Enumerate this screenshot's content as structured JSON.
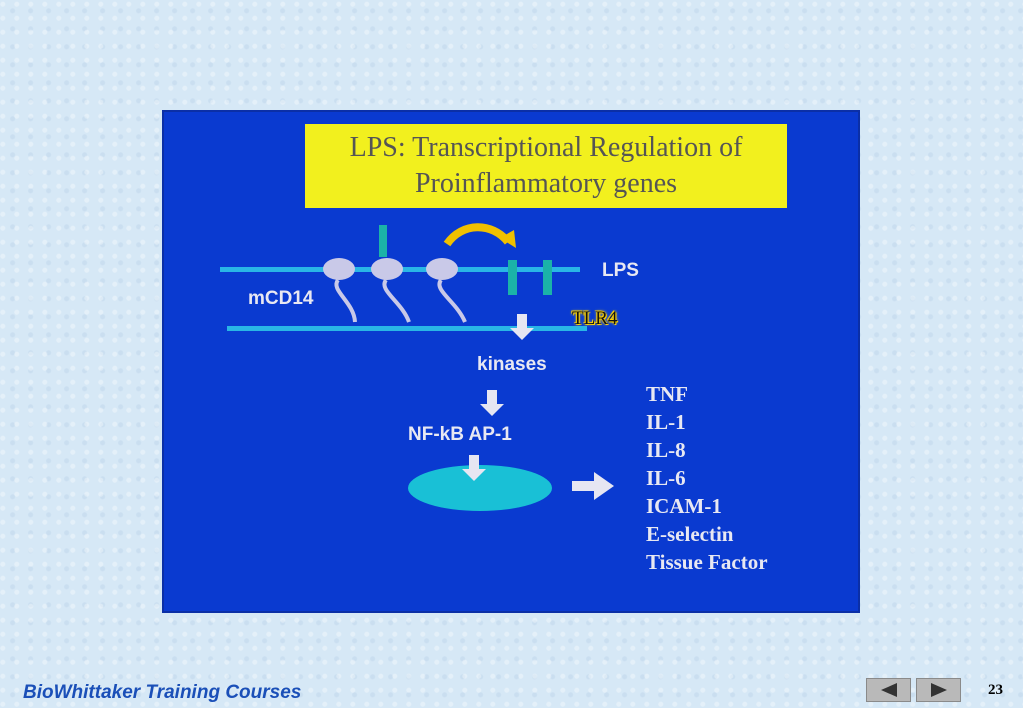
{
  "slide": {
    "title_line1": "LPS: Transcriptional Regulation of",
    "title_line2": "Proinflammatory genes",
    "labels": {
      "mcd14": "mCD14",
      "lps": "LPS",
      "tlr4": "TLR4",
      "kinases": "kinases",
      "nfkb": "NF-kB  AP-1"
    },
    "genes": [
      "TNF",
      "IL-1",
      "IL-8",
      "IL-6",
      "ICAM-1",
      "E-selectin",
      "Tissue Factor"
    ]
  },
  "footer": {
    "course": "BioWhittaker Training Courses",
    "page_number": "23",
    "prev_icon": "left-triangle-icon",
    "next_icon": "right-triangle-icon"
  },
  "colors": {
    "slide_bg": "#0a3ad0",
    "title_bg": "#f2f01e",
    "membrane": "#29b6e6",
    "receptor": "#1bb3a8",
    "nucleus": "#19c0d6",
    "arrow": "#f0c000"
  }
}
